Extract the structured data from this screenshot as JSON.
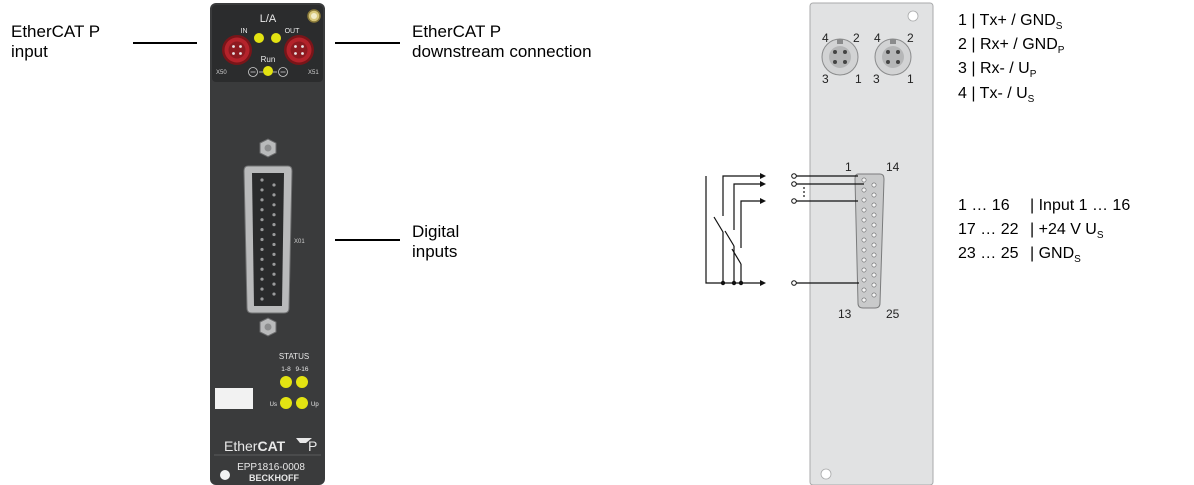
{
  "callouts": {
    "input_line1": "EtherCAT P",
    "input_line2": "input",
    "downstream_line1": "EtherCAT P",
    "downstream_line2": "downstream connection",
    "digital_line1": "Digital",
    "digital_line2": "inputs"
  },
  "module": {
    "la_label": "L/A",
    "in_label": "IN",
    "out_label": "OUT",
    "x50_label": "X50",
    "x51_label": "X51",
    "run_label": "Run",
    "x01_label": "X01",
    "status_label": "STATUS",
    "group1_label": "1-8",
    "group2_label": "9-16",
    "us_led_label": "Us",
    "up_led_label": "Up",
    "logo_prefix": "Ether",
    "logo_bold": "CAT",
    "logo_suffix": "P",
    "model": "EPP1816-0008",
    "brand": "BECKHOFF"
  },
  "m8_pins": {
    "p4": "4",
    "p2": "2",
    "p3": "3",
    "p1": "1"
  },
  "dsub_pins": {
    "p1": "1",
    "p14": "14",
    "p13": "13",
    "p25": "25"
  },
  "m8_legend": [
    {
      "num": "1",
      "sig": "Tx+ / GND",
      "sub": "S"
    },
    {
      "num": "2",
      "sig": "Rx+ / GND",
      "sub": "P"
    },
    {
      "num": "3",
      "sig": "Rx- / U",
      "sub": "P"
    },
    {
      "num": "4",
      "sig": "Tx- / U",
      "sub": "S"
    }
  ],
  "dsub_legend": [
    {
      "range": "1 … 16",
      "sig": "| Input 1 … 16",
      "sub": ""
    },
    {
      "range": "17 … 22",
      "sig": "| +24 V U",
      "sub": "S"
    },
    {
      "range": "23 … 25",
      "sig": "| GND",
      "sub": "S"
    }
  ],
  "colors": {
    "module_body": "#3a3b3c",
    "module_dark": "#262728",
    "connector_red": "#b4232b",
    "led_yellow": "#e3e312",
    "panel_gray": "#e1e2e3",
    "panel_border": "#a9aaab"
  }
}
